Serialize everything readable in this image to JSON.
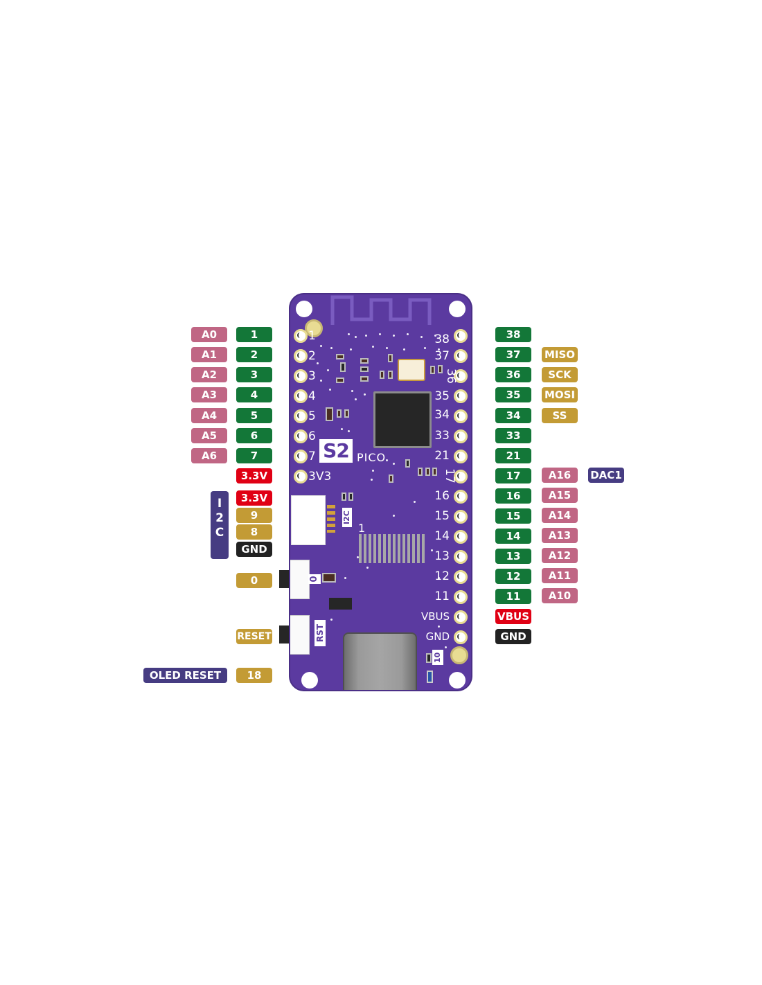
{
  "colors": {
    "analog": "#c06684",
    "gpio": "#137738",
    "power": "#e00014",
    "ground": "#222222",
    "special": "#c39b35",
    "function": "#463c82",
    "board": "#5b3aa0"
  },
  "board": {
    "logo": "S2",
    "model": "PICO",
    "i2c_silk": "I2C",
    "btn0_silk": "0",
    "rst_silk": "RST",
    "led_silk": "10",
    "ribbon_silk": "1",
    "left_silk": [
      "1",
      "2",
      "3",
      "4",
      "5",
      "6",
      "7",
      "3V3"
    ],
    "right_silk": [
      "38",
      "37",
      "36",
      "35",
      "34",
      "33",
      "21",
      "17",
      "16",
      "15",
      "14",
      "13",
      "12",
      "11",
      "VBUS",
      "GND"
    ]
  },
  "left_pins": [
    {
      "analog": "A0",
      "gpio": "1"
    },
    {
      "analog": "A1",
      "gpio": "2"
    },
    {
      "analog": "A2",
      "gpio": "3"
    },
    {
      "analog": "A3",
      "gpio": "4"
    },
    {
      "analog": "A4",
      "gpio": "5"
    },
    {
      "analog": "A5",
      "gpio": "6"
    },
    {
      "analog": "A6",
      "gpio": "7"
    },
    {
      "power": "3.3V"
    }
  ],
  "i2c_connector": {
    "label": [
      "I",
      "2",
      "C"
    ],
    "pins": [
      {
        "type": "power",
        "label": "3.3V"
      },
      {
        "type": "special",
        "label": "9"
      },
      {
        "type": "special",
        "label": "8"
      },
      {
        "type": "ground",
        "label": "GND"
      }
    ]
  },
  "buttons": [
    {
      "pin": "0"
    },
    {
      "pin": "RESET"
    }
  ],
  "oled_reset": {
    "function": "OLED RESET",
    "pin": "18"
  },
  "right_pins": [
    {
      "gpio": "38"
    },
    {
      "gpio": "37",
      "spi": "MISO"
    },
    {
      "gpio": "36",
      "spi": "SCK"
    },
    {
      "gpio": "35",
      "spi": "MOSI"
    },
    {
      "gpio": "34",
      "spi": "SS"
    },
    {
      "gpio": "33"
    },
    {
      "gpio": "21"
    },
    {
      "gpio": "17",
      "analog": "A16",
      "dac": "DAC1"
    },
    {
      "gpio": "16",
      "analog": "A15"
    },
    {
      "gpio": "15",
      "analog": "A14"
    },
    {
      "gpio": "14",
      "analog": "A13"
    },
    {
      "gpio": "13",
      "analog": "A12"
    },
    {
      "gpio": "12",
      "analog": "A11"
    },
    {
      "gpio": "11",
      "analog": "A10"
    },
    {
      "power": "VBUS"
    },
    {
      "ground": "GND"
    }
  ]
}
